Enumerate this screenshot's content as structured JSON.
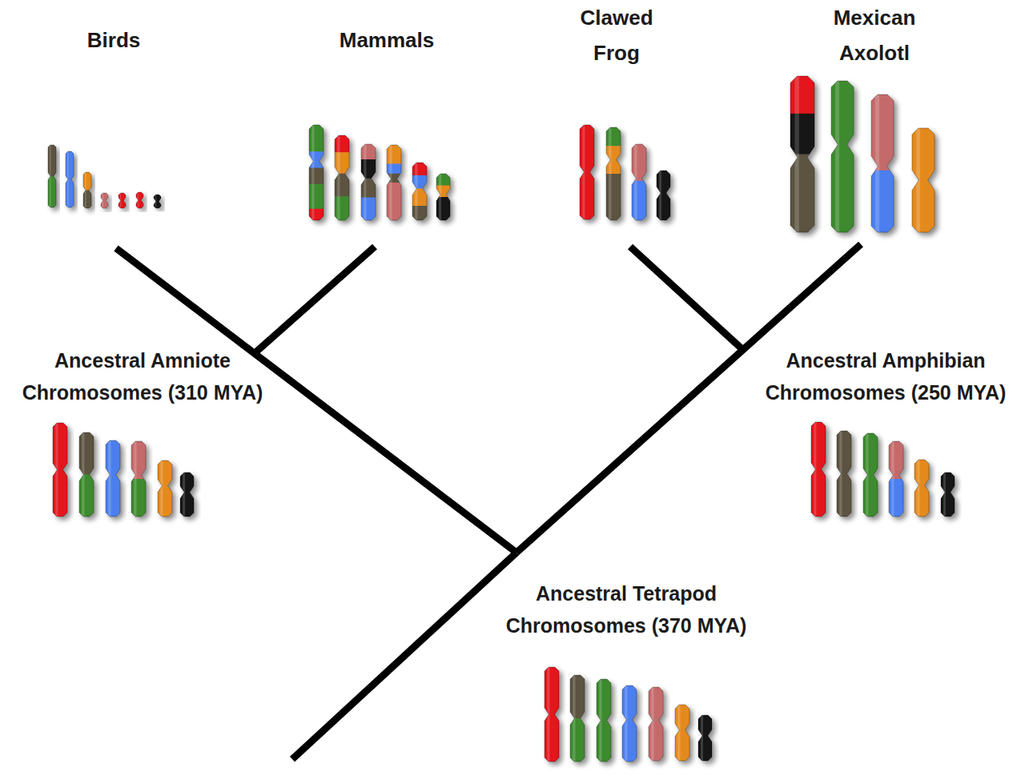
{
  "diagram": {
    "labels": [
      "Birds",
      "Mammals",
      "Clawed Frog",
      "Mexican Axolotl",
      "Ancestral Amniote Chromosomes (310 MYA)",
      "Ancestral Amphibian Chromosomes (250 MYA)",
      "Ancestral Tetrapod Chromosomes (370 MYA)"
    ]
  }
}
